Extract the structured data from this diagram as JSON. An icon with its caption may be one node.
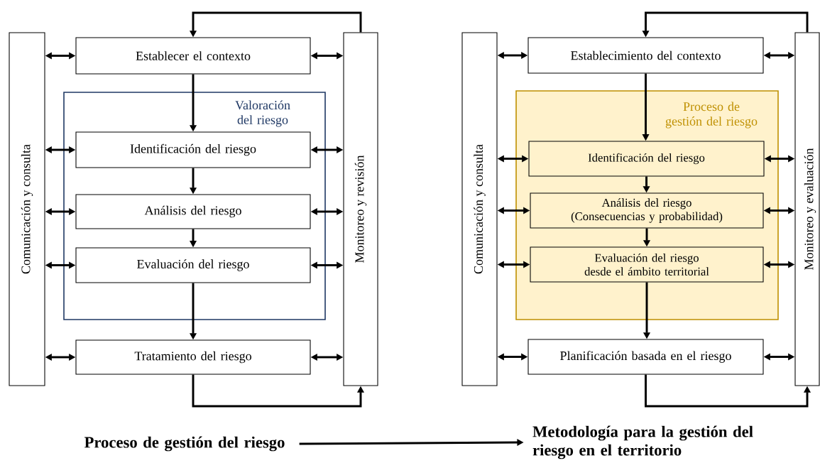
{
  "diagram": {
    "nodes": [
      {
        "text": [
          "Comunicación y consulta"
        ]
      },
      {
        "text": [
          "Monitoreo y revisión"
        ]
      },
      {
        "text": [
          "Valoración del riesgo"
        ]
      },
      {
        "text": [
          "Establecer el contexto"
        ]
      },
      {
        "text": [
          "Identificación del riesgo"
        ],
        "in": 2
      },
      {
        "text": [
          "Análisis del riesgo"
        ],
        "in": 2
      },
      {
        "text": [
          "Evaluación del riesgo"
        ],
        "in": 2
      },
      {
        "text": [
          "Tratamiento del riesgo"
        ]
      },
      {
        "text": [
          "Proceso de gestión del riesgo"
        ]
      },
      {
        "text": [
          "Metodología para la gestión del riesgo en el territorio"
        ]
      },
      {
        "text": [
          "Comunicación y consulta"
        ]
      },
      {
        "text": [
          "Monitoreo y evaluación"
        ]
      },
      {
        "text": [
          "Proceso de gestión del riesgo"
        ]
      },
      {
        "text": [
          "Establecimiento del contexto"
        ]
      },
      {
        "text": [
          "Identificación del riesgo"
        ],
        "in": 12
      },
      {
        "text": [
          "Análisis del riesgo (Consecuencias y probabilidad)"
        ],
        "in": 12
      },
      {
        "text": [
          "Evaluación del riesgo desde el ámbito territorial"
        ],
        "in": 12
      },
      {
        "text": [
          "Planificación basada en el riesgo"
        ]
      }
    ],
    "edges": [
      {
        "from": 1,
        "to": 3,
        "arrow": "to"
      },
      {
        "from": 3,
        "to": 4,
        "arrow": "to"
      },
      {
        "from": 4,
        "to": 5,
        "arrow": "to"
      },
      {
        "from": 5,
        "to": 6,
        "arrow": "to"
      },
      {
        "from": 6,
        "to": 7,
        "arrow": "to"
      },
      {
        "from": 7,
        "to": 1,
        "arrow": "to"
      },
      {
        "from": 0,
        "to": 3,
        "arrow": "both"
      },
      {
        "from": 0,
        "to": 4,
        "arrow": "both"
      },
      {
        "from": 0,
        "to": 5,
        "arrow": "both"
      },
      {
        "from": 0,
        "to": 6,
        "arrow": "both"
      },
      {
        "from": 0,
        "to": 7,
        "arrow": "both"
      },
      {
        "from": 3,
        "to": 1,
        "arrow": "both"
      },
      {
        "from": 4,
        "to": 1,
        "arrow": "both"
      },
      {
        "from": 5,
        "to": 1,
        "arrow": "both"
      },
      {
        "from": 6,
        "to": 1,
        "arrow": "both"
      },
      {
        "from": 7,
        "to": 1,
        "arrow": "both"
      },
      {
        "from": 8,
        "to": 9,
        "arrow": "to"
      },
      {
        "from": 11,
        "to": 13,
        "arrow": "to"
      },
      {
        "from": 13,
        "to": 14,
        "arrow": "to"
      },
      {
        "from": 14,
        "to": 15,
        "arrow": "to"
      },
      {
        "from": 15,
        "to": 16,
        "arrow": "to"
      },
      {
        "from": 16,
        "to": 17,
        "arrow": "to"
      },
      {
        "from": 17,
        "to": 11,
        "arrow": "to"
      },
      {
        "from": 10,
        "to": 13,
        "arrow": "both"
      },
      {
        "from": 10,
        "to": 14,
        "arrow": "both"
      },
      {
        "from": 10,
        "to": 15,
        "arrow": "both"
      },
      {
        "from": 10,
        "to": 16,
        "arrow": "both"
      },
      {
        "from": 10,
        "to": 17,
        "arrow": "both"
      },
      {
        "from": 13,
        "to": 11,
        "arrow": "both"
      },
      {
        "from": 14,
        "to": 11,
        "arrow": "both"
      },
      {
        "from": 15,
        "to": 11,
        "arrow": "both"
      },
      {
        "from": 16,
        "to": 11,
        "arrow": "both"
      },
      {
        "from": 17,
        "to": 11,
        "arrow": "both"
      }
    ]
  }
}
